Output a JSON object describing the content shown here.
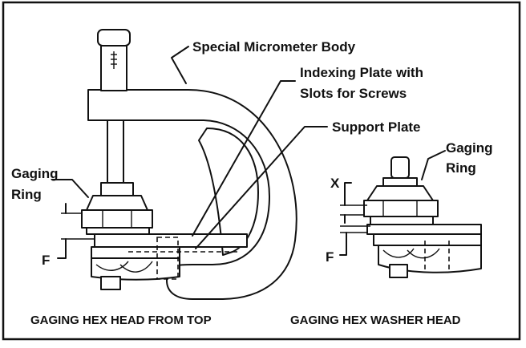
{
  "labels": {
    "micrometer_body": "Special Micrometer Body",
    "indexing_plate_line1": "Indexing Plate with",
    "indexing_plate_line2": "Slots for Screws",
    "support_plate": "Support Plate",
    "gaging_ring_left_line1": "Gaging",
    "gaging_ring_left_line2": "Ring",
    "gaging_ring_right_line1": "Gaging",
    "gaging_ring_right_line2": "Ring",
    "f_left": "F",
    "f_right": "F",
    "x_right": "X"
  },
  "captions": {
    "left": "GAGING HEX HEAD FROM TOP",
    "right": "GAGING HEX WASHER HEAD"
  }
}
